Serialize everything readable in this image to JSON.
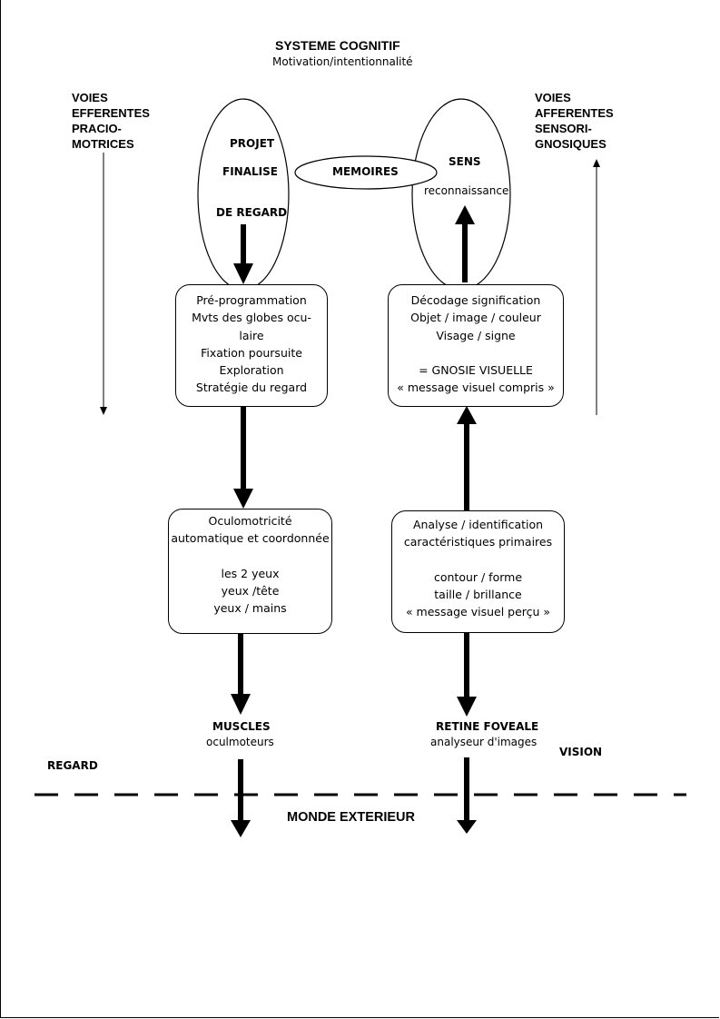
{
  "header": {
    "title": "SYSTEME COGNITIF",
    "subtitle": "Motivation/intentionnalité"
  },
  "left_side": {
    "lines": [
      "VOIES",
      "EFFERENTES",
      "PRACIO-",
      "MOTRICES"
    ]
  },
  "right_side": {
    "lines": [
      "VOIES",
      "AFFERENTES",
      "SENSORI-",
      "GNOSIQUES"
    ]
  },
  "ellipse_left": {
    "line1": "PROJET",
    "line2": "FINALISE",
    "line3": "DE REGARD"
  },
  "ellipse_memoires": {
    "label": "MEMOIRES"
  },
  "ellipse_right": {
    "title": "SENS",
    "sub": "reconnaissance"
  },
  "box_preprog": {
    "lines": [
      "Pré-programmation",
      "Mvts des globes ocu-",
      "laire",
      "Fixation poursuite",
      "Exploration",
      "Stratégie du regard"
    ]
  },
  "box_decodage": {
    "lines": [
      "Décodage signification",
      "Objet / image / couleur",
      "Visage / signe",
      "",
      "= GNOSIE VISUELLE",
      "« message visuel compris »"
    ]
  },
  "box_oculo": {
    "lines": [
      "Oculomotricité",
      "automatique et coordonnée",
      "",
      "les 2 yeux",
      "yeux /tête",
      "yeux / mains"
    ]
  },
  "box_analyse": {
    "lines": [
      "Analyse / identification",
      "caractéristiques primaires",
      "",
      "contour / forme",
      "taille / brillance",
      "« message visuel perçu »"
    ]
  },
  "muscles": {
    "title": "MUSCLES",
    "sub": "oculmoteurs"
  },
  "retine": {
    "title": "RETINE FOVEALE",
    "sub": "analyseur d'images"
  },
  "regard_label": "REGARD",
  "vision_label": "VISION",
  "monde_label": "MONDE EXTERIEUR"
}
